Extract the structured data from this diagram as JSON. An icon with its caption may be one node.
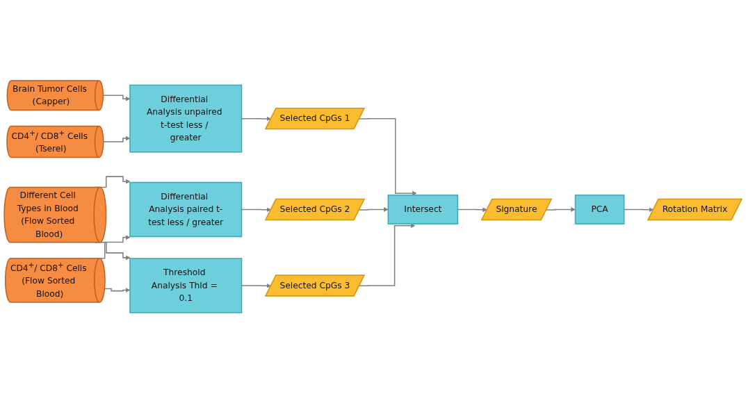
{
  "diagram": {
    "nodes": [
      {
        "text": [
          "Brain Tumor Cells (Capper)"
        ]
      },
      {
        "text": [
          "CD4$^{+}$/ CD8$^{+}$ Cells (Tserel)"
        ]
      },
      {
        "text": [
          "Different Cell Types in Blood (Flow Sorted Blood)"
        ]
      },
      {
        "text": [
          "CD4$^{+}$/ CD8$^{+}$ Cells (Flow Sorted Blood)"
        ]
      },
      {
        "text": [
          "Differential Analysis unpaired t-test less / greater"
        ]
      },
      {
        "text": [
          "Differential Analysis paired t-test less / greater"
        ]
      },
      {
        "text": [
          "Threshold Analysis Thld = 0.1"
        ]
      },
      {
        "text": [
          "Selected CpGs 1"
        ]
      },
      {
        "text": [
          "Selected CpGs 2"
        ]
      },
      {
        "text": [
          "Selected CpGs 3"
        ]
      },
      {
        "text": [
          "Intersect"
        ]
      },
      {
        "text": [
          "Signature"
        ]
      },
      {
        "text": [
          "PCA"
        ]
      },
      {
        "text": [
          "Rotation Matrix"
        ]
      }
    ],
    "edges": [
      {
        "from": 0,
        "to": 4,
        "arrow": "to"
      },
      {
        "from": 1,
        "to": 4,
        "arrow": "to"
      },
      {
        "from": 2,
        "to": 5,
        "arrow": "to"
      },
      {
        "from": 2,
        "to": 6,
        "arrow": "to"
      },
      {
        "from": 3,
        "to": 5,
        "arrow": "to"
      },
      {
        "from": 3,
        "to": 6,
        "arrow": "to"
      },
      {
        "from": 4,
        "to": 7,
        "arrow": "to"
      },
      {
        "from": 5,
        "to": 8,
        "arrow": "to"
      },
      {
        "from": 6,
        "to": 9,
        "arrow": "to"
      },
      {
        "from": 7,
        "to": 10,
        "arrow": "to"
      },
      {
        "from": 8,
        "to": 10,
        "arrow": "to"
      },
      {
        "from": 9,
        "to": 10,
        "arrow": "to"
      },
      {
        "from": 10,
        "to": 11,
        "arrow": "to"
      },
      {
        "from": 11,
        "to": 12,
        "arrow": "to"
      },
      {
        "from": 12,
        "to": 13,
        "arrow": "to"
      }
    ]
  }
}
